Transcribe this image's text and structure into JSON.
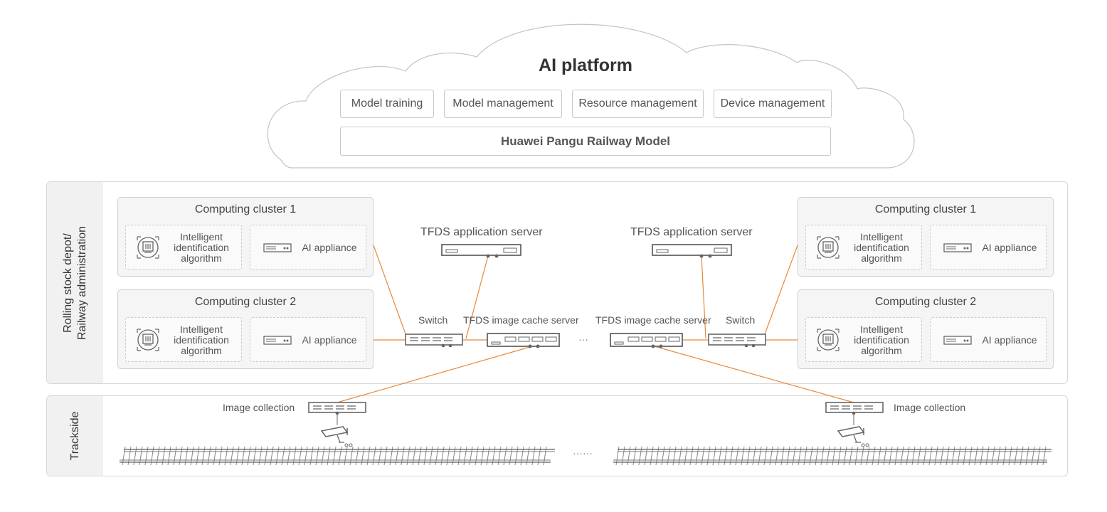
{
  "ai_platform": {
    "title": "AI platform",
    "modules": [
      "Model training",
      "Model management",
      "Resource management",
      "Device management"
    ],
    "base_model": "Huawei Pangu Railway Model"
  },
  "depot": {
    "label_line1": "Rolling stock depot/",
    "label_line2": "Railway administration",
    "clusters": [
      {
        "title": "Computing cluster 1",
        "algorithm": "Intelligent identification algorithm",
        "appliance": "AI appliance"
      },
      {
        "title": "Computing cluster 2",
        "algorithm": "Intelligent identification algorithm",
        "appliance": "AI appliance"
      }
    ],
    "app_server": "TFDS application server",
    "cache_server": "TFDS image cache server",
    "switch": "Switch",
    "ellipsis": "···"
  },
  "trackside": {
    "label": "Trackside",
    "image_collection": "Image collection",
    "ellipsis": "······"
  },
  "colors": {
    "link": "#e8883a",
    "device": "#666666",
    "border": "#cfcfcf"
  },
  "icons": [
    "server-icon",
    "algorithm-icon",
    "ai-appliance-icon",
    "switch-icon",
    "camera-icon",
    "railway-track-icon"
  ]
}
